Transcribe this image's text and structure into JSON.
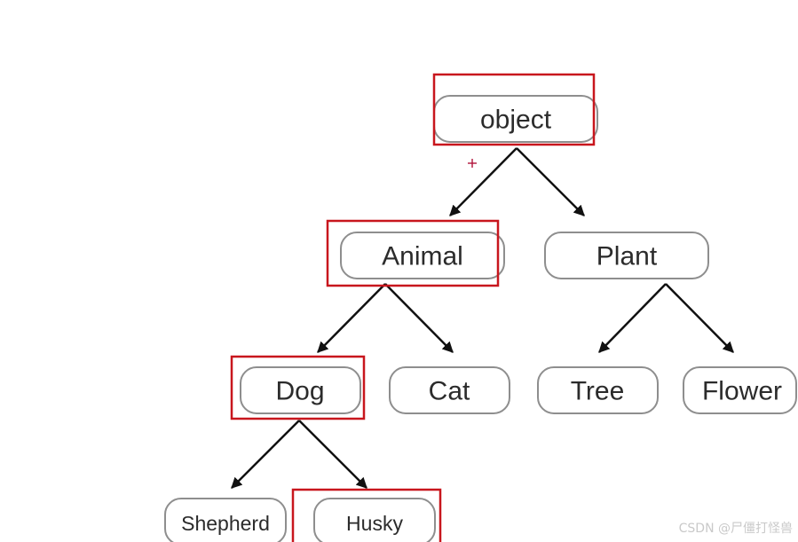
{
  "nodes": {
    "object": "object",
    "animal": "Animal",
    "plant": "Plant",
    "dog": "Dog",
    "cat": "Cat",
    "tree": "Tree",
    "flower": "Flower",
    "shepherd": "Shepherd",
    "husky": "Husky"
  },
  "edges": [
    [
      "object",
      "animal"
    ],
    [
      "object",
      "plant"
    ],
    [
      "animal",
      "dog"
    ],
    [
      "animal",
      "cat"
    ],
    [
      "plant",
      "tree"
    ],
    [
      "plant",
      "flower"
    ],
    [
      "dog",
      "shepherd"
    ],
    [
      "dog",
      "husky"
    ]
  ],
  "highlighted": [
    "object",
    "animal",
    "dog",
    "husky"
  ],
  "colors": {
    "highlight": "#c8161d",
    "node_border": "#8e8e8e",
    "arrow": "#111111",
    "text": "#2b2b2b"
  },
  "watermark": "CSDN @尸僵打怪兽"
}
